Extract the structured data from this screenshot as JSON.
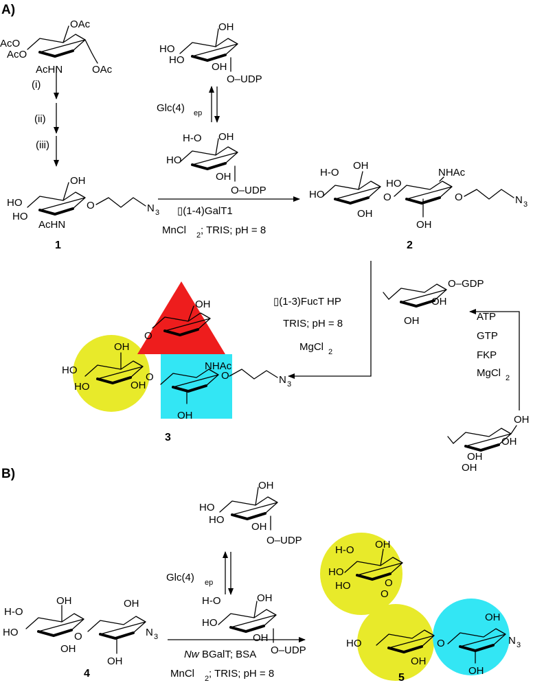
{
  "sections": {
    "a": "A)",
    "b": "B)"
  },
  "compounds": {
    "c1": "1",
    "c2": "2",
    "c3": "3",
    "c4": "4",
    "c5": "5"
  },
  "steps": {
    "i": "(i)",
    "ii": "(ii)",
    "iii": "(iii)"
  },
  "groups": {
    "oac": "OAc",
    "acho": "AcO",
    "achn": "AcHN",
    "acn": "AcHN",
    "nhac": "NHAc",
    "ho": "HO",
    "oh": "OH",
    "h_o": "H-O",
    "o_udp": "O–UDP",
    "o_gdp": "O–GDP",
    "n3": "N",
    "n3_sub": "3",
    "o": "O"
  },
  "reagents": {
    "epimerase": "Glc(4)",
    "epimerase_sub": "ep",
    "galt1": "▯(1-4)GalT1",
    "step1_cond1": "MnCl",
    "step1_cond1_sub": "2",
    "step1_cond2": "; TRIS; pH = 8",
    "fuct": "▯(1-3)FucT HP",
    "tris": "TRIS; pH = 8",
    "mgcl": "MgCl",
    "mgcl_sub": "2",
    "atp": "ATP",
    "gtp": "GTP",
    "fkp": "FKP",
    "nw": "Nw",
    "bgalt": " BGalT;  BSA"
  },
  "symbols": {
    "galactose_color": "#e8ea2a",
    "glcnac_color": "#33e6f4",
    "fucose_color": "#ee1d1d"
  }
}
